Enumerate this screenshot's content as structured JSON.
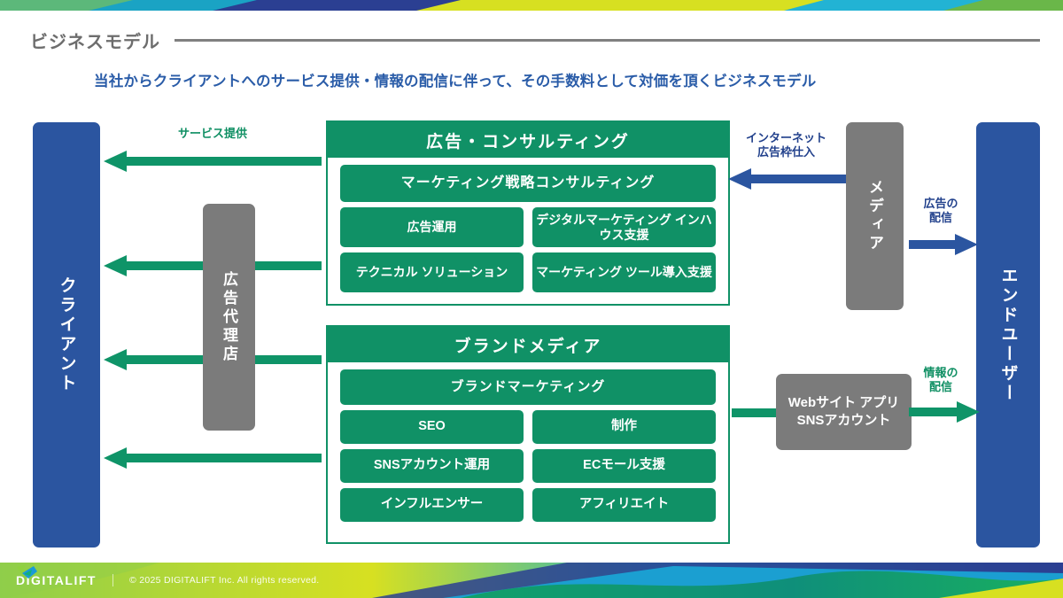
{
  "header": {
    "title": "ビジネスモデル",
    "subtitle": "当社からクライアントへのサービス提供・情報の配信に伴って、その手数料として対価を頂くビジネスモデル"
  },
  "actors": {
    "client": "クライアント",
    "end_user": "エンドユーザー",
    "ad_agency": "広告代理店",
    "media": "メディア",
    "web_properties": "Webサイト\nアプリ\nSNSアカウント"
  },
  "flows": {
    "service_provision": "サービス提供",
    "internet_ad_inventory": "インターネット\n広告枠仕入",
    "ad_delivery": "広告の\n配信",
    "info_delivery": "情報の\n配信"
  },
  "panels": [
    {
      "id": "ads",
      "header": "広告・コンサルティング",
      "wide_item": "マーケティング戦略コンサルティング",
      "rows": [
        [
          "広告運用",
          "デジタルマーケティング\nインハウス支援"
        ],
        [
          "テクニカル\nソリューション",
          "マーケティング\nツール導入支援"
        ]
      ]
    },
    {
      "id": "brand",
      "header": "ブランドメディア",
      "wide_item": "ブランドマーケティング",
      "rows": [
        [
          "SEO",
          "制作"
        ],
        [
          "SNSアカウント運用",
          "ECモール支援"
        ],
        [
          "インフルエンサー",
          "アフィリエイト"
        ]
      ]
    }
  ],
  "footer": {
    "brand": "DIGITALIFT",
    "copyright": "© 2025 DIGITALIFT Inc. All rights reserved."
  },
  "colors": {
    "green": "#109166",
    "blue": "#2b55a0",
    "gray": "#7b7b7b",
    "title_gray": "#6d6d6d",
    "subtitle_blue": "#2a5ca8",
    "arrow_green": "#0f9468",
    "arrow_blue": "#2b55a0"
  }
}
